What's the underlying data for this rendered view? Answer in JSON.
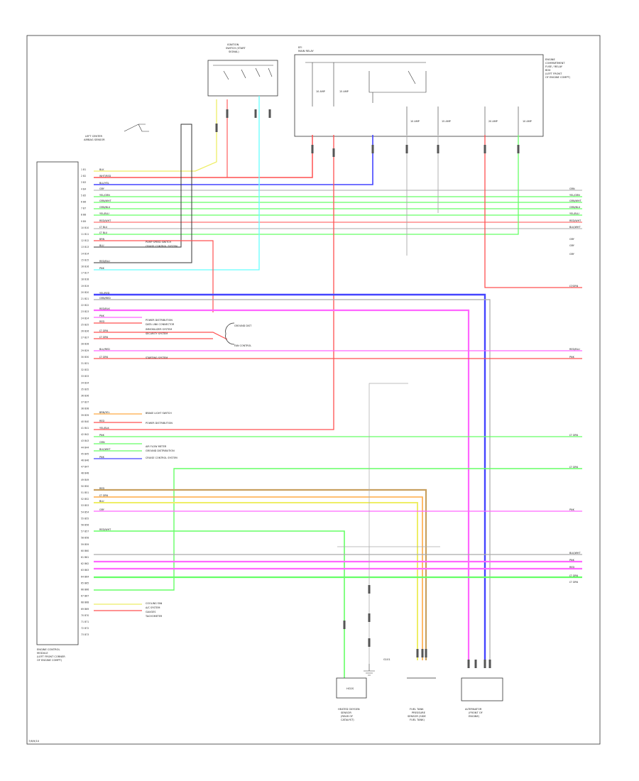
{
  "diagram_id": "7/6/9/10",
  "components": {
    "ecm": {
      "lines": [
        "ENGINE CONTROL",
        "MODULE",
        "(LEFT FRONT CORNER",
        "OF ENGINE COMPT)"
      ]
    },
    "ignition_switch": {
      "lines": [
        "IGNITION",
        "SWITCH (START",
        "SIGNAL)"
      ]
    },
    "left_sensor": {
      "lines": [
        "LEFT CENTER",
        "AIRBAG SENSOR"
      ]
    },
    "relay_box": {
      "lines": [
        "ENGINE",
        "COMPARTMENT",
        "FUSE / RELAY",
        "BOX",
        "(LEFT FRONT",
        "OF ENGINE COMPT)"
      ],
      "relay_label": "EFI",
      "sub_label": "MAIN RELAY",
      "fuses": [
        "10 AMP",
        "15 AMP",
        "10 AMP",
        "15 AMP",
        "20 AMP",
        "10 AMP"
      ]
    },
    "fuel_pump": {
      "lines": [
        "FUEL TANK",
        "PRESSURE",
        "SENSOR (SIDE",
        "FUEL TANK)"
      ]
    },
    "rear_o2": {
      "lines": [
        "HEATED OXYGEN",
        "SENSOR",
        "(REAR OF",
        "CATALYST)"
      ]
    },
    "rear_o2_box": {
      "label": "HO2S"
    },
    "throttle_body": {
      "lines": [
        "ALTERNATOR",
        "(FRONT OF",
        "ENGINE)"
      ]
    },
    "ground": {
      "label": "G101"
    }
  },
  "ecm_pins": [
    "1 B1",
    "2 B2",
    "3 B3",
    "4 B4",
    "5 B5",
    "6 B6",
    "7 B7",
    "8 B8",
    "9 B9",
    "10 B10",
    "11 B11",
    "12 B12",
    "13 B13",
    "14 B14",
    "15 B15",
    "16 B16",
    "17 B17",
    "18 B18",
    "19 B19",
    "20 B20",
    "21 B21",
    "22 B22",
    "23 B23",
    "24 B24",
    "25 B25",
    "26 B26",
    "27 B27",
    "28 B28",
    "29 B29",
    "30 B30",
    "31 B31",
    "32 B32",
    "33 B33",
    "34 B34",
    "35 B35",
    "36 B36",
    "37 B37",
    "38 B38",
    "39 B39",
    "40 B40",
    "41 B41",
    "42 B42",
    "43 B43",
    "44 B44",
    "45 B45",
    "46 B46",
    "47 B47",
    "48 B48",
    "49 B49",
    "50 B50",
    "51 B51",
    "52 B52",
    "53 B53",
    "54 B54",
    "55 B55",
    "56 B56",
    "57 B57",
    "58 B58",
    "59 B59",
    "60 B60",
    "61 B61",
    "62 B62",
    "63 B63",
    "64 B64",
    "65 B65",
    "66 B66",
    "67 B67",
    "68 B68",
    "69 B69",
    "70 B70",
    "71 B71",
    "72 B72",
    "73 B73"
  ],
  "wire_labels": {
    "l1": "BLK",
    "l2": "WHT/RED",
    "l3": "BLU/YEL",
    "l4": "GRY",
    "l5": "YEL/GRN",
    "l6": "GRN/WHT",
    "l7": "GRN/BLU",
    "l8": "YEL/BLU",
    "l9": "RED/WHT",
    "l10": "LT BLU",
    "l11": "LT BLU",
    "l12": "BRN",
    "l13": "BLU",
    "l14": "RED/BLU",
    "l15": "PNK",
    "l16": "YEL/RED",
    "l17": "GRN/RED",
    "l18": "RED/BLK",
    "l19": "PNK",
    "l20": "RED",
    "l21": "LT GRN",
    "l22": "LT GRN",
    "l23": "BLU/RED",
    "l24": "LT GRN",
    "l25": "BRN/YEL",
    "l26": "RED",
    "l27": "YEL/BLK",
    "l28": "PNK",
    "l29": "GRN",
    "l30": "BLK/WHT",
    "l31": "PNK",
    "l32": "RED",
    "l33": "LT GRN",
    "l34": "BLU",
    "l35": "GRY",
    "l36": "RED/WHT"
  },
  "right_labels": [
    "GRN",
    "YEL/GRN",
    "GRN/WHT",
    "GRN/BLU",
    "YEL/BLU",
    "RED/WHT",
    "BLK/WHT",
    "GRY",
    "GRY",
    "GRY",
    "LT/GRN",
    "RED/BLU",
    "PNK",
    "LT GRN",
    "LT GRN",
    "PNK",
    "BLK/WHT",
    "PNK",
    "RED",
    "LT GRN",
    "LT GRN"
  ],
  "notes": {
    "n1": "PUMP SPEED SWITCH",
    "n2": "CRUISE CONTROL SYSTEM",
    "n3": "POWER DISTRIBUTION",
    "n4": "DATA LINK CONNECTOR",
    "n5": "IMMOBILIZER SYSTEM",
    "n6": "SECURITY SYSTEM",
    "n7": "STARTING SYSTEM",
    "n8": "BRAKE LIGHT SWITCH",
    "n9": "POWER DISTRIBUTION",
    "n10": "AIR FLOW METER",
    "n11": "GROUND DISTRIBUTION",
    "n12": "CRUISE CONTROL SYSTEM",
    "n13": "COOLING FAN",
    "n14": "A/C SYSTEM",
    "n15": "GAUGES",
    "n16": "TACHOMETER",
    "n17": "GROUND DIST",
    "n18": "FAN CONTROL"
  },
  "colors": {
    "red": "#ff5050",
    "pink": "#ff66ff",
    "blue": "#4444ff",
    "green": "#66ff66",
    "lightblue": "#66ffff",
    "yellow": "#eeee66",
    "brown": "#c8a060",
    "gray": "#aaaaaa",
    "black": "#333333",
    "orange": "#ffaa44"
  }
}
